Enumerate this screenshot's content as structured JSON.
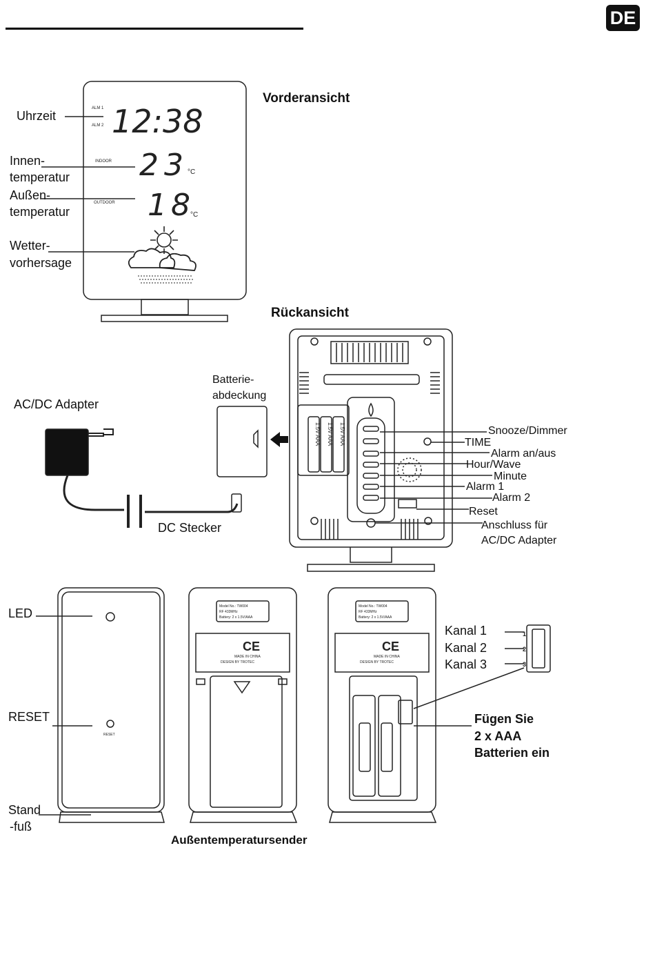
{
  "header": {
    "language_badge": "DE"
  },
  "front_view": {
    "title": "Vorderansicht",
    "display": {
      "time": "12:38",
      "indoor_temp": "23",
      "outdoor_temp": "18",
      "unit": "°C",
      "alm1": "ALM 1",
      "alm2": "ALM 2",
      "indoor": "INDOOR",
      "outdoor": "OUTDOOR"
    },
    "labels": {
      "time": "Uhrzeit",
      "indoor_1": "Innen-",
      "indoor_2": "temperatur",
      "outdoor_1": "Außen-",
      "outdoor_2": "temperatur",
      "forecast_1": "Wetter-",
      "forecast_2": "vorhersage"
    }
  },
  "back_view": {
    "title": "Rückansicht",
    "battery_cover_1": "Batterie-",
    "battery_cover_2": "abdeckung",
    "adapter": "AC/DC Adapter",
    "dc_plug": "DC Stecker",
    "battery_text": "1.5V AAA",
    "buttons": {
      "snooze": "Snooze/Dimmer",
      "time": "TIME",
      "alarm_onoff": "Alarm an/aus",
      "hour_wave": "Hour/Wave",
      "minute": "Minute",
      "alarm1": "Alarm 1",
      "alarm2": "Alarm 2",
      "reset": "Reset",
      "jack_1": "Anschluss für",
      "jack_2": "AC/DC Adapter"
    }
  },
  "sensor": {
    "title": "Außentemperatursender",
    "led": "LED",
    "reset": "RESET",
    "reset_small": "RESET",
    "stand_1": "Stand",
    "stand_2": "-fuß",
    "channel1": "Kanal 1",
    "channel2": "Kanal 2",
    "channel3": "Kanal 3",
    "insert_1": "Fügen Sie",
    "insert_2": "2 x AAA",
    "insert_3": "Batterien ein",
    "sticker_1": "Model No.: TW004",
    "sticker_2": "RF 433MHz",
    "sticker_3": "Battery: 2 x 1.5V/AAA",
    "made_in": "MADE IN CHINA",
    "design_by": "DESIGN BY TROTEC",
    "ce": "CE"
  }
}
